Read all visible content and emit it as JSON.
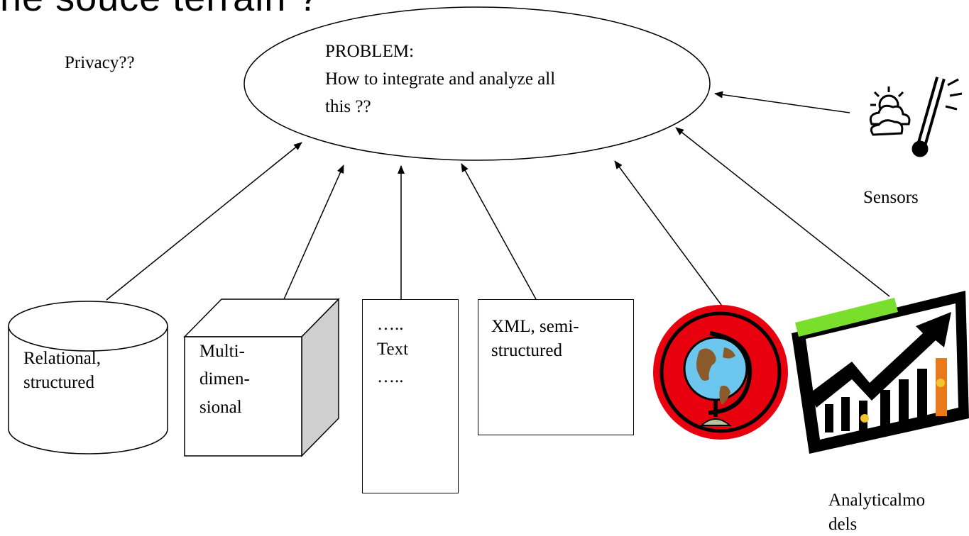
{
  "heading": "he souce terrain ?",
  "privacy_text": "Privacy??",
  "problem": {
    "line1": "PROBLEM:",
    "line2": "How to integrate and analyze all",
    "line3": "this ??"
  },
  "sensors_label": "Sensors",
  "relational": {
    "line1": "Relational,",
    "line2": "structured"
  },
  "multidim": {
    "line1": "Multi-",
    "line2": "dimen-",
    "line3": "sional"
  },
  "text_box": {
    "line1": "…..",
    "line2": "Text",
    "line3": "….."
  },
  "xml": {
    "line1": "XML, semi-",
    "line2": "structured"
  },
  "analytical": {
    "line1": "Analyticalmo",
    "line2": "dels"
  },
  "icons": [
    "weather-sensor-icon",
    "globe-icon",
    "growth-chart-icon"
  ]
}
